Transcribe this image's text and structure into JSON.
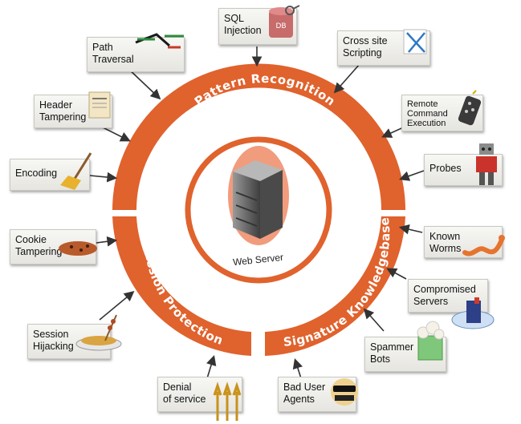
{
  "ring": {
    "pattern_recognition": "Pattern Recognition",
    "session_protection": "Session Protection",
    "signature_knowledgebase": "Signature Knowledgebase"
  },
  "center": {
    "label": "Web Server"
  },
  "threats": {
    "sql_injection": "SQL\nInjection",
    "sql_db_badge": "DB",
    "path_traversal": "Path\nTraversal",
    "cross_site_scripting": "Cross site\nScripting",
    "header_tampering": "Header\nTampering",
    "remote_command_execution": "Remote\nCommand\nExecution",
    "encoding": "Encoding",
    "probes": "Probes",
    "cookie_tampering": "Cookie\nTampering",
    "known_worms": "Known\nWorms",
    "compromised_servers": "Compromised\nServers",
    "session_hijacking": "Session\nHijacking",
    "spammer_bots": "Spammer\nBots",
    "denial_of_service": "Denial\nof service",
    "bad_user_agents": "Bad User\nAgents"
  },
  "colors": {
    "ring": "#e0622d",
    "ring_dark": "#c24d1d",
    "halo": "#ef8b66",
    "card": "#efeee9"
  }
}
